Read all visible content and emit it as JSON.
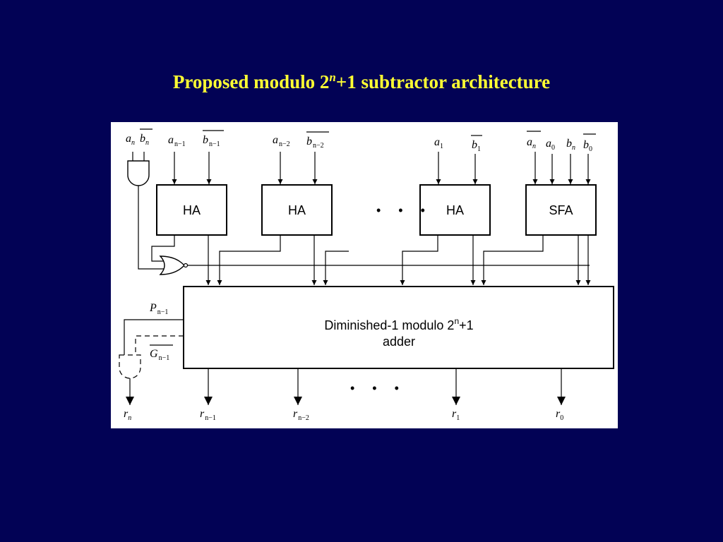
{
  "title": {
    "prefix": "Proposed modulo 2",
    "exponent": "n",
    "suffix": "+1 subtractor architecture"
  },
  "blocks": {
    "ha1": "HA",
    "ha2": "HA",
    "ha3": "HA",
    "sfa": "SFA",
    "adder_line1": "Diminished-1 modulo 2",
    "adder_exp": "n",
    "adder_line1_end": "+1",
    "adder_line2": "adder"
  },
  "ellipsis": "• • •",
  "inputs": [
    {
      "base": "a",
      "sub": "n"
    },
    {
      "base": "b",
      "sub": "n"
    },
    {
      "base": "a",
      "sub": "n−1"
    },
    {
      "base": "b",
      "sub": "n−1"
    },
    {
      "base": "a",
      "sub": "n−2"
    },
    {
      "base": "b",
      "sub": "n−2"
    },
    {
      "base": "a",
      "sub": "1"
    },
    {
      "base": "b",
      "sub": "1"
    },
    {
      "base": "a",
      "sub": "n"
    },
    {
      "base": "a",
      "sub": "0"
    },
    {
      "base": "b",
      "sub": "n"
    },
    {
      "base": "b",
      "sub": "0"
    }
  ],
  "signals": [
    {
      "base": "P",
      "sub": "n−1"
    },
    {
      "base": "G",
      "sub": "n−1"
    }
  ],
  "outputs": [
    {
      "base": "r",
      "sub": "n"
    },
    {
      "base": "r",
      "sub": "n−1"
    },
    {
      "base": "r",
      "sub": "n−2"
    },
    {
      "base": "r",
      "sub": "1"
    },
    {
      "base": "r",
      "sub": "0"
    }
  ]
}
